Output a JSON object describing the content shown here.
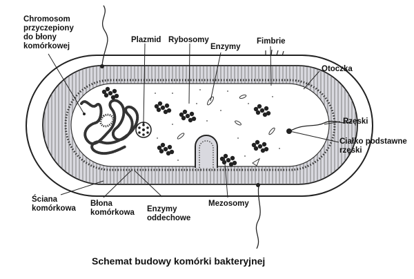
{
  "caption": "Schemat budowy komórki bakteryjnej",
  "labels": {
    "chromosom": "Chromosom\nprzyczepiony\ndo błony\nkomórkowej",
    "plazmid": "Plazmid",
    "rybosomy": "Rybosomy",
    "enzymy": "Enzymy",
    "fimbrie": "Fimbrie",
    "otoczka": "Otoczka",
    "rzeski": "Rzęski",
    "cialko": "Ciałko podstawne\nrzęski",
    "sciana": "Ściana\nkomórkowa",
    "blona": "Błona\nkomórkowa",
    "enzymy_oddechowe": "Enzymy\noddechowe",
    "mezosomy": "Mezosomy"
  },
  "colors": {
    "ink": "#222222",
    "cytoplasm": "#ffffff",
    "wall_fill": "#d9d9df"
  }
}
